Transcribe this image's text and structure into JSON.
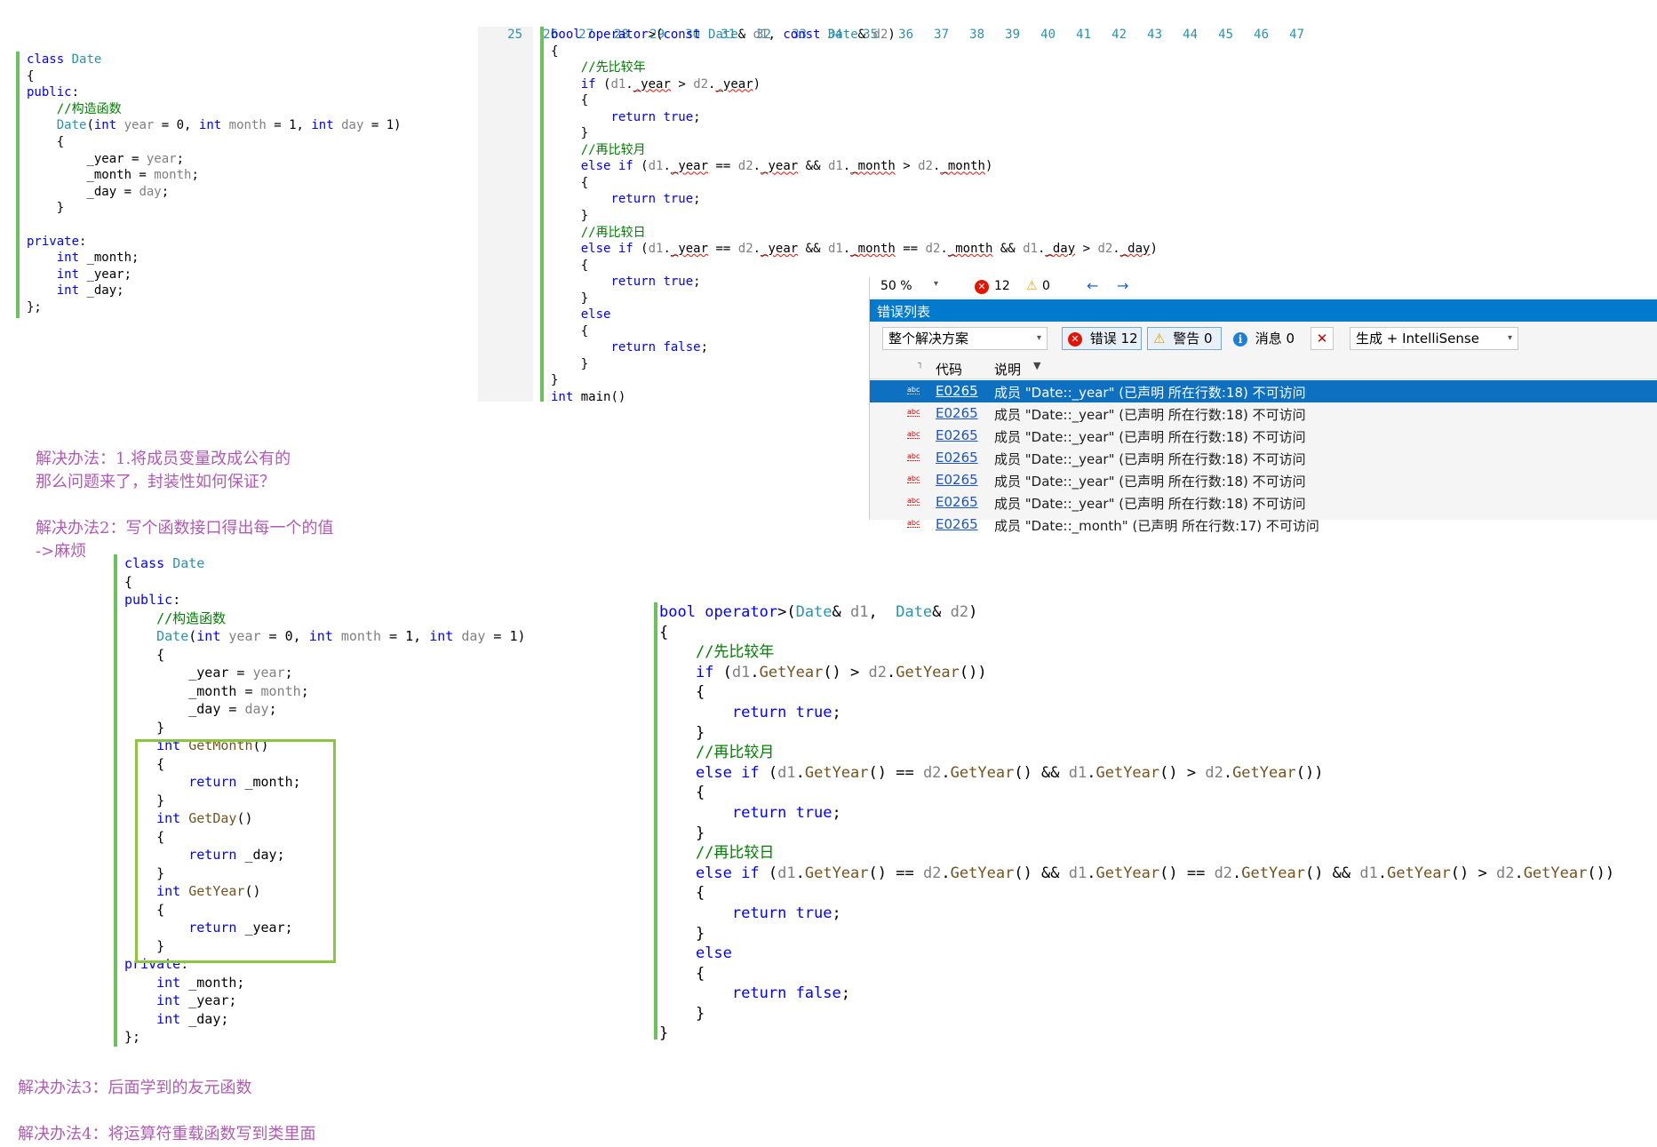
{
  "panel_a": {
    "lines": [
      "class Date",
      "{",
      "public:",
      "    //构造函数",
      "    Date(int year = 0, int month = 1, int day = 1)",
      "    {",
      "        _year = year;",
      "        _month = month;",
      "        _day = day;",
      "    }",
      "",
      "private:",
      "    int _month;",
      "    int _year;",
      "    int _day;",
      "};"
    ]
  },
  "panel_b": {
    "line_numbers": [
      "25",
      "26",
      "27",
      "28",
      "29",
      "30",
      "31",
      "32",
      "33",
      "34",
      "35",
      "36",
      "37",
      "38",
      "39",
      "40",
      "41",
      "42",
      "43",
      "44",
      "45",
      "46",
      "47"
    ],
    "lines": [
      "bool operator>(const Date& d1, const Date& d2)",
      "{",
      "    //先比较年",
      "    if (d1._year > d2._year)",
      "    {",
      "        return true;",
      "    }",
      "    //再比较月",
      "    else if (d1._year == d2._year && d1._month > d2._month)",
      "    {",
      "        return true;",
      "    }",
      "    //再比较日",
      "    else if (d1._year == d2._year && d1._month == d2._month && d1._day > d2._day)",
      "    {",
      "        return true;",
      "    }",
      "    else",
      "    {",
      "        return false;",
      "    }",
      "}",
      "int main()"
    ]
  },
  "error_list": {
    "zoom": "50 %",
    "status_errors": "12",
    "status_warnings": "0",
    "title": "错误列表",
    "scope": "整个解决方案",
    "btn_errors": "错误 12",
    "btn_warnings": "警告 0",
    "btn_messages": "消息 0",
    "build_filter": "生成 + IntelliSense",
    "col_code": "代码",
    "col_desc": "说明",
    "rows": [
      {
        "code": "E0265",
        "desc": "成员 \"Date::_year\" (已声明 所在行数:18) 不可访问"
      },
      {
        "code": "E0265",
        "desc": "成员 \"Date::_year\" (已声明 所在行数:18) 不可访问"
      },
      {
        "code": "E0265",
        "desc": "成员 \"Date::_year\" (已声明 所在行数:18) 不可访问"
      },
      {
        "code": "E0265",
        "desc": "成员 \"Date::_year\" (已声明 所在行数:18) 不可访问"
      },
      {
        "code": "E0265",
        "desc": "成员 \"Date::_year\" (已声明 所在行数:18) 不可访问"
      },
      {
        "code": "E0265",
        "desc": "成员 \"Date::_year\" (已声明 所在行数:18) 不可访问"
      },
      {
        "code": "E0265",
        "desc": "成员 \"Date::_month\" (已声明 所在行数:17) 不可访问"
      }
    ]
  },
  "notes": {
    "n1": "解决办法：1.将成员变量改成公有的",
    "n2": "那么问题来了，封装性如何保证？",
    "n3": "解决办法2：写个函数接口得出每一个的值",
    "n4": "->麻烦",
    "n5": "解决办法3：后面学到的友元函数",
    "n6": "解决办法4：将运算符重载函数写到类里面"
  },
  "panel_c": {
    "lines": [
      "class Date",
      "{",
      "public:",
      "    //构造函数",
      "    Date(int year = 0, int month = 1, int day = 1)",
      "    {",
      "        _year = year;",
      "        _month = month;",
      "        _day = day;",
      "    }",
      "    int GetMonth()",
      "    {",
      "        return _month;",
      "    }",
      "    int GetDay()",
      "    {",
      "        return _day;",
      "    }",
      "    int GetYear()",
      "    {",
      "        return _year;",
      "    }",
      "private:",
      "    int _month;",
      "    int _year;",
      "    int _day;",
      "};"
    ]
  },
  "panel_d": {
    "lines": [
      "bool operator>(Date& d1,  Date& d2)",
      "{",
      "    //先比较年",
      "    if (d1.GetYear() > d2.GetYear())",
      "    {",
      "        return true;",
      "    }",
      "    //再比较月",
      "    else if (d1.GetYear() == d2.GetYear() && d1.GetYear() > d2.GetYear())",
      "    {",
      "        return true;",
      "    }",
      "    //再比较日",
      "    else if (d1.GetYear() == d2.GetYear() && d1.GetYear() == d2.GetYear() && d1.GetYear() > d2.GetYear())",
      "    {",
      "        return true;",
      "    }",
      "    else",
      "    {",
      "        return false;",
      "    }",
      "}"
    ]
  },
  "colors": {
    "keyword": "#0000ff",
    "type": "#2b91af",
    "comment": "#008000",
    "note": "#b05ab5",
    "selection": "#0e70c0",
    "title_bar": "#007acc",
    "green_box": "#8cc63f"
  }
}
